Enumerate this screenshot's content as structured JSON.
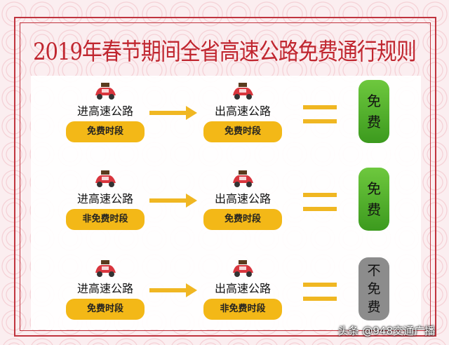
{
  "title": "2019年春节期间全省高速公路免费通行规则",
  "rows": [
    {
      "entry_label": "进高速公路",
      "entry_period": "免费时段",
      "exit_label": "出高速公路",
      "exit_period": "免费时段",
      "result": [
        "免",
        "费"
      ],
      "result_color": "#4fae2a"
    },
    {
      "entry_label": "进高速公路",
      "entry_period": "非免费时段",
      "exit_label": "出高速公路",
      "exit_period": "免费时段",
      "result": [
        "免",
        "费"
      ],
      "result_color": "#4fae2a"
    },
    {
      "entry_label": "进高速公路",
      "entry_period": "免费时段",
      "exit_label": "出高速公路",
      "exit_period": "非免费时段",
      "result": [
        "不",
        "免",
        "费"
      ],
      "result_color": "#8c8c8c"
    }
  ],
  "watermark": "头条 @948交通广播",
  "colors": {
    "title": "#c0262f",
    "pill": "#f3b817",
    "arrow": "#f0b722"
  }
}
